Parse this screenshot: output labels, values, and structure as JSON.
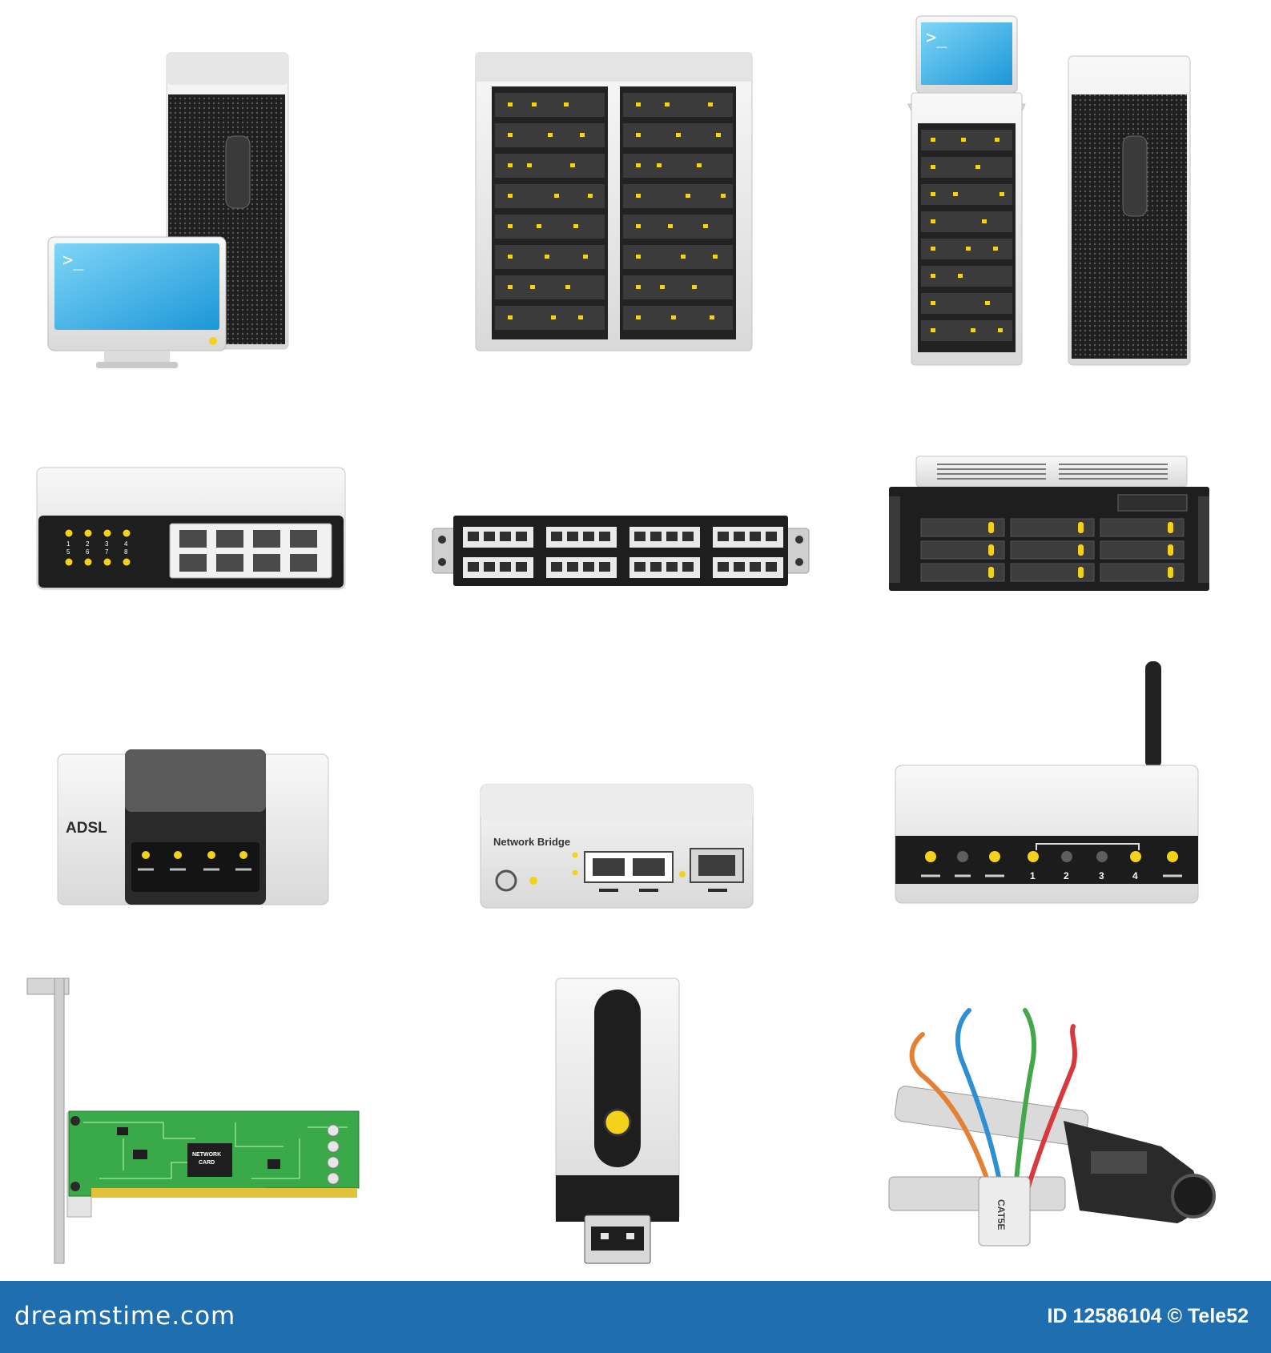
{
  "palette": {
    "device_white": "#f2f2f2",
    "device_black": "#1c1c1c",
    "led_yellow": "#f3d21a",
    "screen_blue": "#3fb4ea",
    "pcb_green": "#3aa94a",
    "footer_blue": "#1e6eb0"
  },
  "icons": [
    {
      "icon": "workstation-icon"
    },
    {
      "icon": "server-rack-icon"
    },
    {
      "icon": "server-console-icon"
    },
    {
      "icon": "network-switch-icon",
      "port_numbers": [
        "1",
        "2",
        "3",
        "4",
        "5",
        "6",
        "7",
        "8"
      ]
    },
    {
      "icon": "patch-panel-icon"
    },
    {
      "icon": "rack-server-icon"
    },
    {
      "icon": "adsl-modem-icon",
      "label": "ADSL"
    },
    {
      "icon": "network-bridge-icon",
      "label": "Network Bridge"
    },
    {
      "icon": "wireless-router-icon",
      "port_numbers": [
        "1",
        "2",
        "3",
        "4"
      ]
    },
    {
      "icon": "network-card-icon",
      "chip_label_line1": "NETWORK",
      "chip_label_line2": "CARD"
    },
    {
      "icon": "usb-modem-icon"
    },
    {
      "icon": "cable-crimper-icon",
      "cable_label": "CAT5E"
    }
  ],
  "footer": {
    "brand": "dreamstime.com",
    "credit": "ID 12586104 © Tele52"
  }
}
